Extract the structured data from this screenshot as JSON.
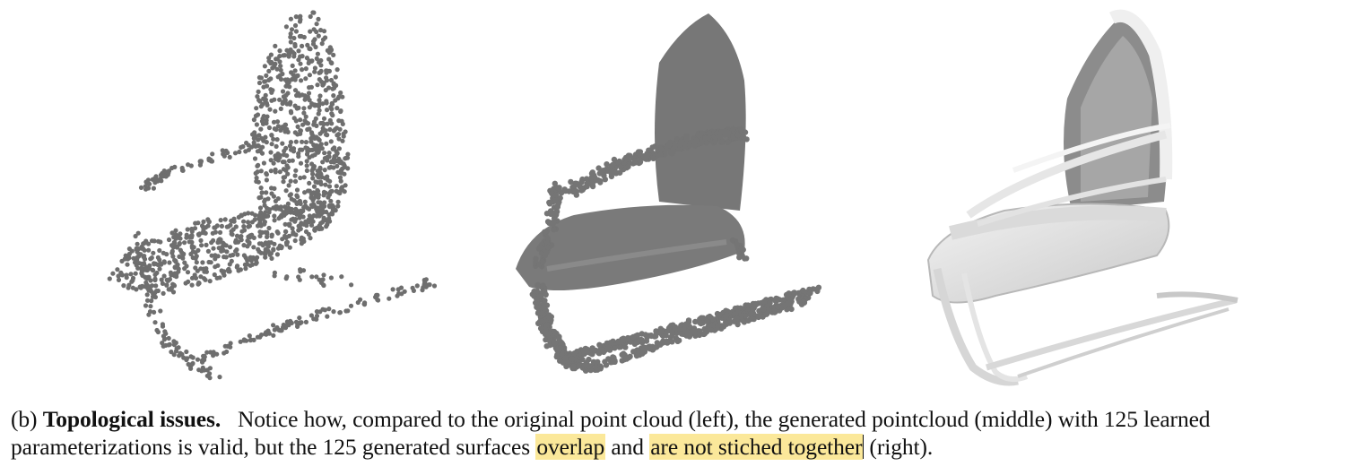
{
  "caption": {
    "label": "(b)",
    "title": "Topological issues.",
    "text_1": "Notice how, compared to the original point cloud (left), the generated pointcloud (middle) with 125 learned parameterizations is valid, but the 125 generated surfaces",
    "highlight_1": "overlap",
    "text_2": "and",
    "highlight_2": "are not stiched together",
    "text_3": "(right)."
  },
  "colors": {
    "points_left": "#6e6e6e",
    "points_middle": "#757575",
    "surface_light": "#ececec",
    "surface_dark": "#8a8a8a",
    "highlight": "#fbe89a"
  }
}
